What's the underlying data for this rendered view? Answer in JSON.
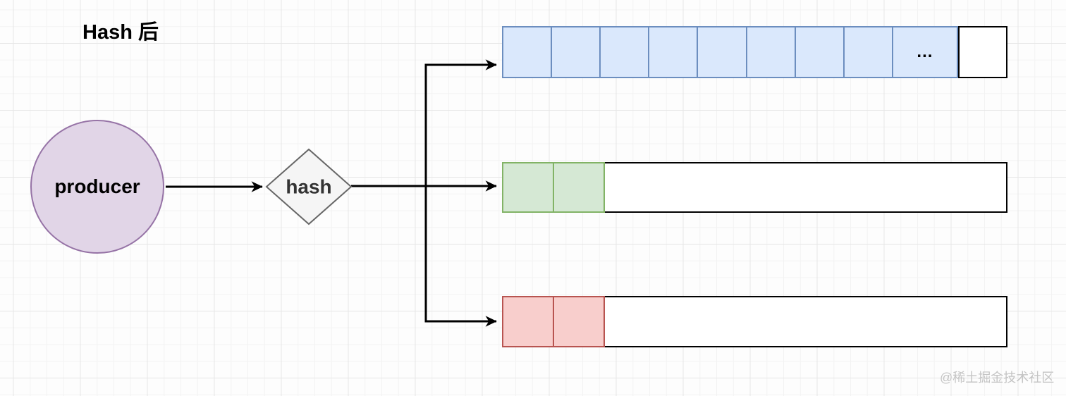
{
  "diagram": {
    "title": "Hash 后",
    "producer": {
      "label": "producer",
      "fill": "#e1d5e7",
      "stroke": "#9673a6"
    },
    "hash_node": {
      "label": "hash",
      "fill": "#f5f5f5",
      "stroke": "#666666"
    },
    "connector_color": "#000000",
    "queues": [
      {
        "id": "partition-1",
        "cell_fill": "#dae8fc",
        "cell_stroke": "#6c8ebf",
        "filled_cells": 9,
        "last_cell_text": "...",
        "empty_cells": 1
      },
      {
        "id": "partition-2",
        "cell_fill": "#d5e8d4",
        "cell_stroke": "#82b366",
        "filled_cells": 2,
        "last_cell_text": "",
        "empty_cells": 0
      },
      {
        "id": "partition-3",
        "cell_fill": "#f8cecc",
        "cell_stroke": "#b85450",
        "filled_cells": 2,
        "last_cell_text": "",
        "empty_cells": 0
      }
    ],
    "watermark": "@稀土掘金技术社区"
  }
}
